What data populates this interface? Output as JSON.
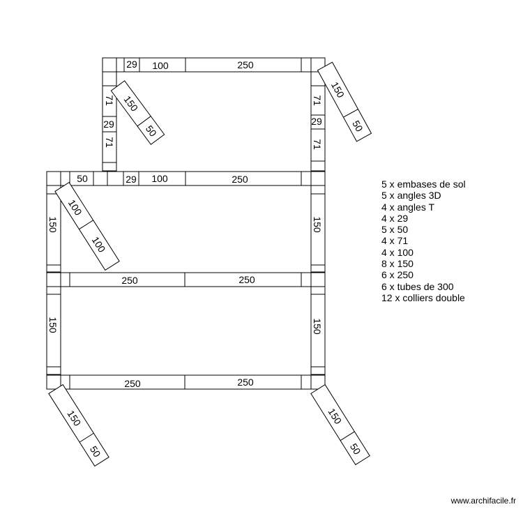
{
  "plan": {
    "labels": [
      "29",
      "100",
      "250",
      "150",
      "50",
      "71",
      "29",
      "71",
      "150",
      "50",
      "71",
      "29",
      "71",
      "50",
      "29",
      "100",
      "250",
      "100",
      "100",
      "150",
      "150",
      "250",
      "250",
      "150",
      "150",
      "250",
      "250",
      "150",
      "50",
      "150",
      "50"
    ]
  },
  "parts_list": [
    "5 x embases de sol",
    "5 x angles 3D",
    "4 x angles T",
    "4 x 29",
    "5 x 50",
    "4 x 71",
    "4 x 100",
    "8 x 150",
    "6 x 250",
    "6 x tubes de 300",
    "12 x colliers double"
  ],
  "watermark": "www.archifacile.fr"
}
